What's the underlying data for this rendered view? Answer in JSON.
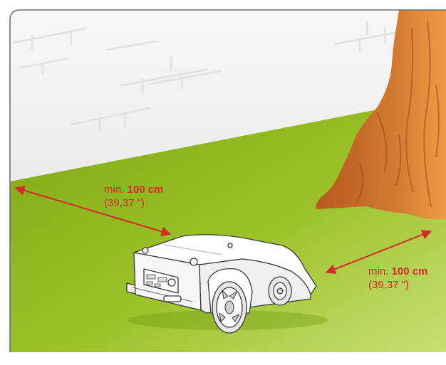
{
  "annotations": {
    "left": {
      "prefix": "min.",
      "value": "100 cm",
      "imperial": "(39,37 \")"
    },
    "right": {
      "prefix": "min.",
      "value": "100 cm",
      "imperial": "(39,37 \")"
    }
  },
  "colors": {
    "grass_light": "#c3da6b",
    "grass_dark": "#8fba1f",
    "wall": "#f3f3f3",
    "trunk": "#c2672a",
    "trunk_light": "#e8913c",
    "arrow": "#d42a2a",
    "frame": "#6f6f6f"
  },
  "icons": [
    "robot-lawnmower-icon",
    "tree-trunk-icon",
    "brick-wall-icon",
    "double-arrow-icon"
  ]
}
